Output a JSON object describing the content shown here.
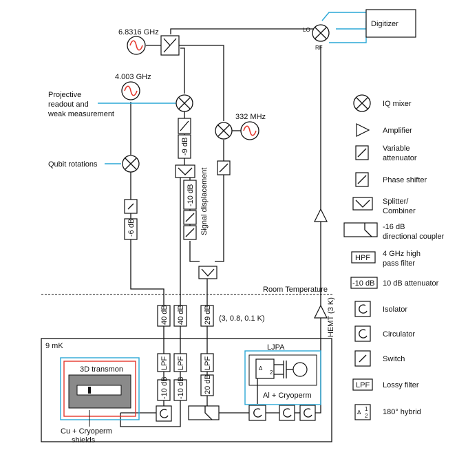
{
  "labels": {
    "lo_freq": "6.8316 GHz",
    "readout_freq": "4.003 GHz",
    "sideband_freq": "332 MHz",
    "projective_1": "Projective",
    "projective_2": "readout and",
    "projective_3": "weak measurement",
    "qubit_rotations": "Qubit rotations",
    "digitizer": "Digitizer",
    "lo": "LO",
    "rf": "RF",
    "signal_displacement": "Signal displacement",
    "room_temp": "Room Temperature",
    "hemt": "HEMT (3 K)",
    "temps": "(3, 0.8, 0.1 K)",
    "mk": "9 mK",
    "ljpa": "LJPA",
    "al_cryoperm": "Al + Cryoperm",
    "transmon": "3D transmon",
    "cu_1": "Cu + Cryoperm",
    "cu_2": "shields"
  },
  "attenuators": {
    "a_minus9": "-9 dB",
    "a_minus10": "-10 dB",
    "a_minus6": "-6 dB",
    "a_40a": "40 dB",
    "a_40b": "40 dB",
    "a_29": "29 dB",
    "a_10a": "-10 dB",
    "a_10b": "-10 dB",
    "a_20": "20 dB",
    "lpf1": "LPF",
    "lpf2": "LPF",
    "lpf3": "LPF"
  },
  "legend": {
    "iq_mixer": "IQ mixer",
    "amplifier": "Amplifier",
    "var_att_1": "Variable",
    "var_att_2": "attenuator",
    "phase_shifter": "Phase shifter",
    "splitter_1": "Splitter/",
    "splitter_2": "Combiner",
    "coupler_1": "-16 dB",
    "coupler_2": "directional coupler",
    "hpf_box": "HPF",
    "hpf_1": "4 GHz high",
    "hpf_2": "pass filter",
    "att_box": "-10 dB",
    "att_text": "10 dB attenuator",
    "isolator": "Isolator",
    "circulator": "Circulator",
    "switch": "Switch",
    "lpf_box": "LPF",
    "lossy": "Lossy filter",
    "hybrid": "180° hybrid",
    "hybrid_sym": "Δ",
    "hybrid_1": "1",
    "hybrid_2": "2"
  },
  "colors": {
    "cyan": "#2aa7d6",
    "red": "#e5362b"
  }
}
